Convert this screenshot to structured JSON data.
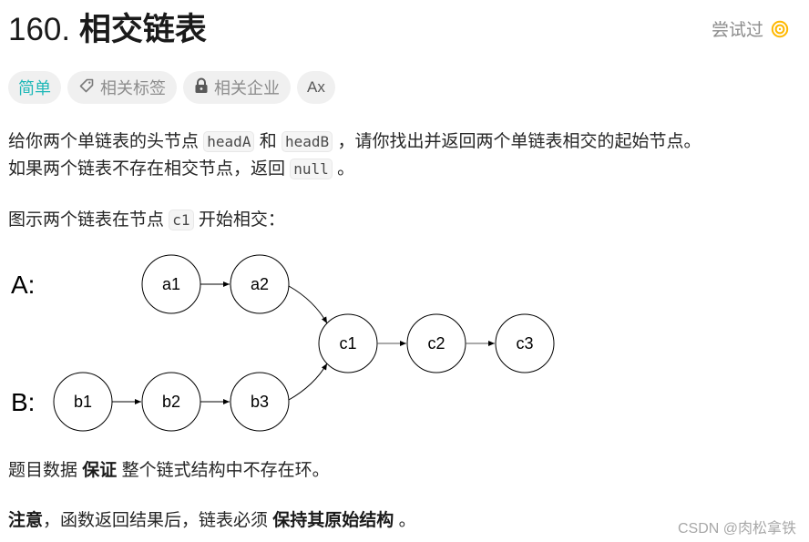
{
  "header": {
    "number": "160.",
    "title": "相交链表",
    "status_label": "尝试过",
    "status_icon": "target-icon",
    "status_color": "#ffb800"
  },
  "tags": {
    "difficulty": "简单",
    "difficulty_color": "#1fb8b8",
    "related_tags": "相关标签",
    "related_companies": "相关企业",
    "translate_icon": "Ax"
  },
  "description": {
    "p1_a": "给你两个单链表的头节点 ",
    "p1_code1": "headA",
    "p1_b": " 和 ",
    "p1_code2": "headB",
    "p1_c": " ，请你找出并返回两个单链表相交的起始节点。",
    "p2_a": "如果两个链表不存在相交节点，返回 ",
    "p2_code": "null",
    "p2_b": " 。",
    "p3_a": "图示两个链表在节点 ",
    "p3_code": "c1",
    "p3_b": " 开始相交："
  },
  "diagram": {
    "label_a": "A:",
    "label_b": "B:",
    "nodes": {
      "a1": "a1",
      "a2": "a2",
      "b1": "b1",
      "b2": "b2",
      "b3": "b3",
      "c1": "c1",
      "c2": "c2",
      "c3": "c3"
    }
  },
  "notes": {
    "n1_a": "题目数据 ",
    "n1_bold": "保证",
    "n1_b": " 整个链式结构中不存在环。",
    "n2_bold1": "注意",
    "n2_a": "，函数返回结果后，链表必须 ",
    "n2_bold2": "保持其原始结构",
    "n2_b": " 。"
  },
  "watermark": "CSDN @肉松拿铁"
}
